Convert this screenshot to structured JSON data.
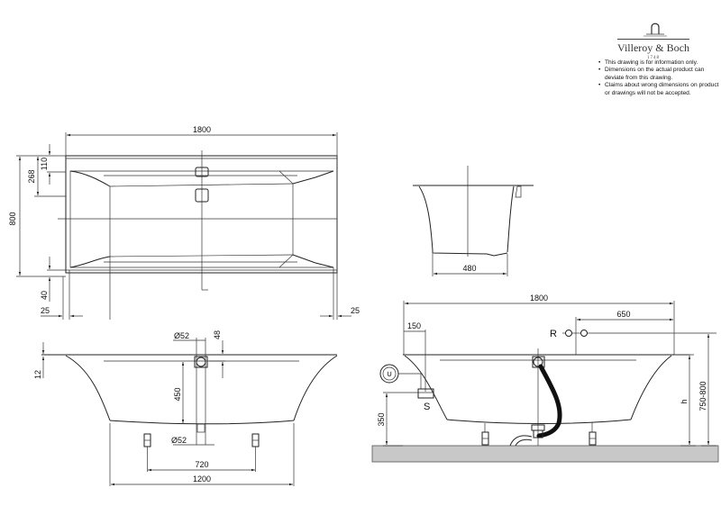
{
  "brand": {
    "name": "Villeroy & Boch",
    "year": "1748",
    "logo_icon": "faucet-arch-icon"
  },
  "disclaimer": [
    "This drawing is for information only.",
    "Dimensions on the actual product can deviate from this drawing.",
    "Claims about wrong dimensions on product or drawings will not be accepted."
  ],
  "top_view": {
    "length": "1800",
    "width": "800",
    "rim_inner": "110",
    "overflow_offset": "268",
    "rim_bottom": "40",
    "left_margin": "25",
    "right_margin": "25"
  },
  "end_view": {
    "bottom_width": "480"
  },
  "front_view": {
    "rim_thickness": "12",
    "overflow_diameter": "Ø52",
    "overflow_offset": "48",
    "depth": "450",
    "drain_diameter": "Ø52",
    "feet_spacing": "720",
    "base_length": "1200"
  },
  "installation_view": {
    "length": "1800",
    "supply_offset": "150",
    "valve_offset": "650",
    "valve_label": "R",
    "supply_label": "S",
    "supply_height": "350",
    "height_label": "h",
    "total_height": "750-800"
  }
}
